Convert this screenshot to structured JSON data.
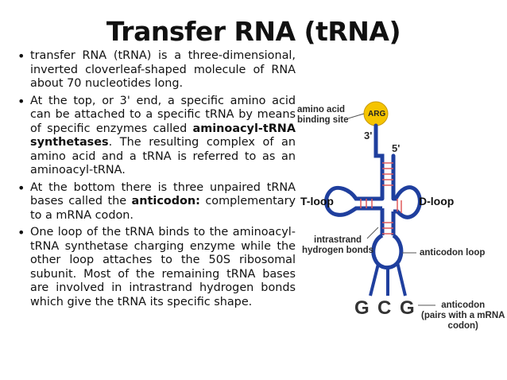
{
  "title": "Transfer RNA (tRNA)",
  "bullets": {
    "b1": "transfer RNA (tRNA) is a three-dimensional, inverted cloverleaf-shaped molecule of RNA about 70 nucleotides long.",
    "b2_pre": "At the top, or 3' end, a specific amino acid can be attached to a specific tRNA by means of specific enzymes called ",
    "b2_bold": "aminoacyl-tRNA synthetases",
    "b2_post": ". The resulting complex of an amino acid and a tRNA is referred to as an aminoacyl-tRNA.",
    "b3_pre": "At the bottom there is three unpaired tRNA bases called the ",
    "b3_bold": "anticodon:",
    "b3_post": " complementary to a mRNA codon.",
    "b4": "One loop of the tRNA binds to the aminoacyl-tRNA synthetase charging enzyme while the other loop attaches to the 50S ribosomal subunit. Most of the remaining tRNA bases are involved in intrastrand hydrogen bonds which give the tRNA its specific shape."
  },
  "diagram": {
    "amino_acid_site": "amino acid\nbinding site",
    "arg": "ARG",
    "three_prime": "3'",
    "five_prime": "5'",
    "t_loop": "T-loop",
    "d_loop": "D-loop",
    "intrastrand": "intrastrand\nhydrogen bonds",
    "anticodon_loop": "anticodon loop",
    "bases": [
      "G",
      "C",
      "G"
    ],
    "anticodon": "anticodon\n(pairs with a mRNA\ncodon)",
    "colors": {
      "strand": "#1f3f9e",
      "bonds": "#e05a5a",
      "arg_fill": "#f5c400"
    }
  }
}
